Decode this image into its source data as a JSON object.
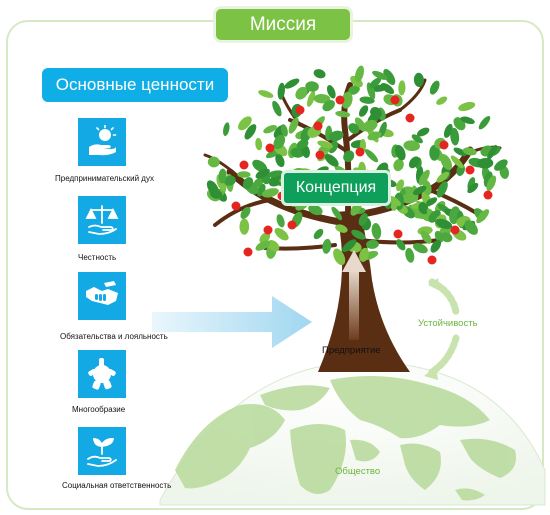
{
  "mission": {
    "label": "Миссия"
  },
  "core_values": {
    "title": "Основные ценности",
    "items": [
      {
        "label": "Предпринимательский дух",
        "icon": "idea-hand-icon"
      },
      {
        "label": "Честность",
        "icon": "scales-icon"
      },
      {
        "label": "Обязательства и лояльность",
        "icon": "handshake-icon"
      },
      {
        "label": "Многообразие",
        "icon": "joined-hands-icon"
      },
      {
        "label": "Социальная ответственность",
        "icon": "plant-in-hand-icon"
      }
    ]
  },
  "tree": {
    "concept": "Концепция",
    "enterprise": "Предприятие"
  },
  "sustainability": "Устойчивость",
  "society": "Общество",
  "colors": {
    "mission_green": "#7cc244",
    "values_blue": "#12a9e4",
    "concept_green": "#0e9f5a",
    "trunk_brown": "#5a2e12",
    "leaf_green": "#3e9e38",
    "fruit_red": "#e52620",
    "globe_green": "#b7d99a",
    "label_green": "#6ab43e"
  }
}
